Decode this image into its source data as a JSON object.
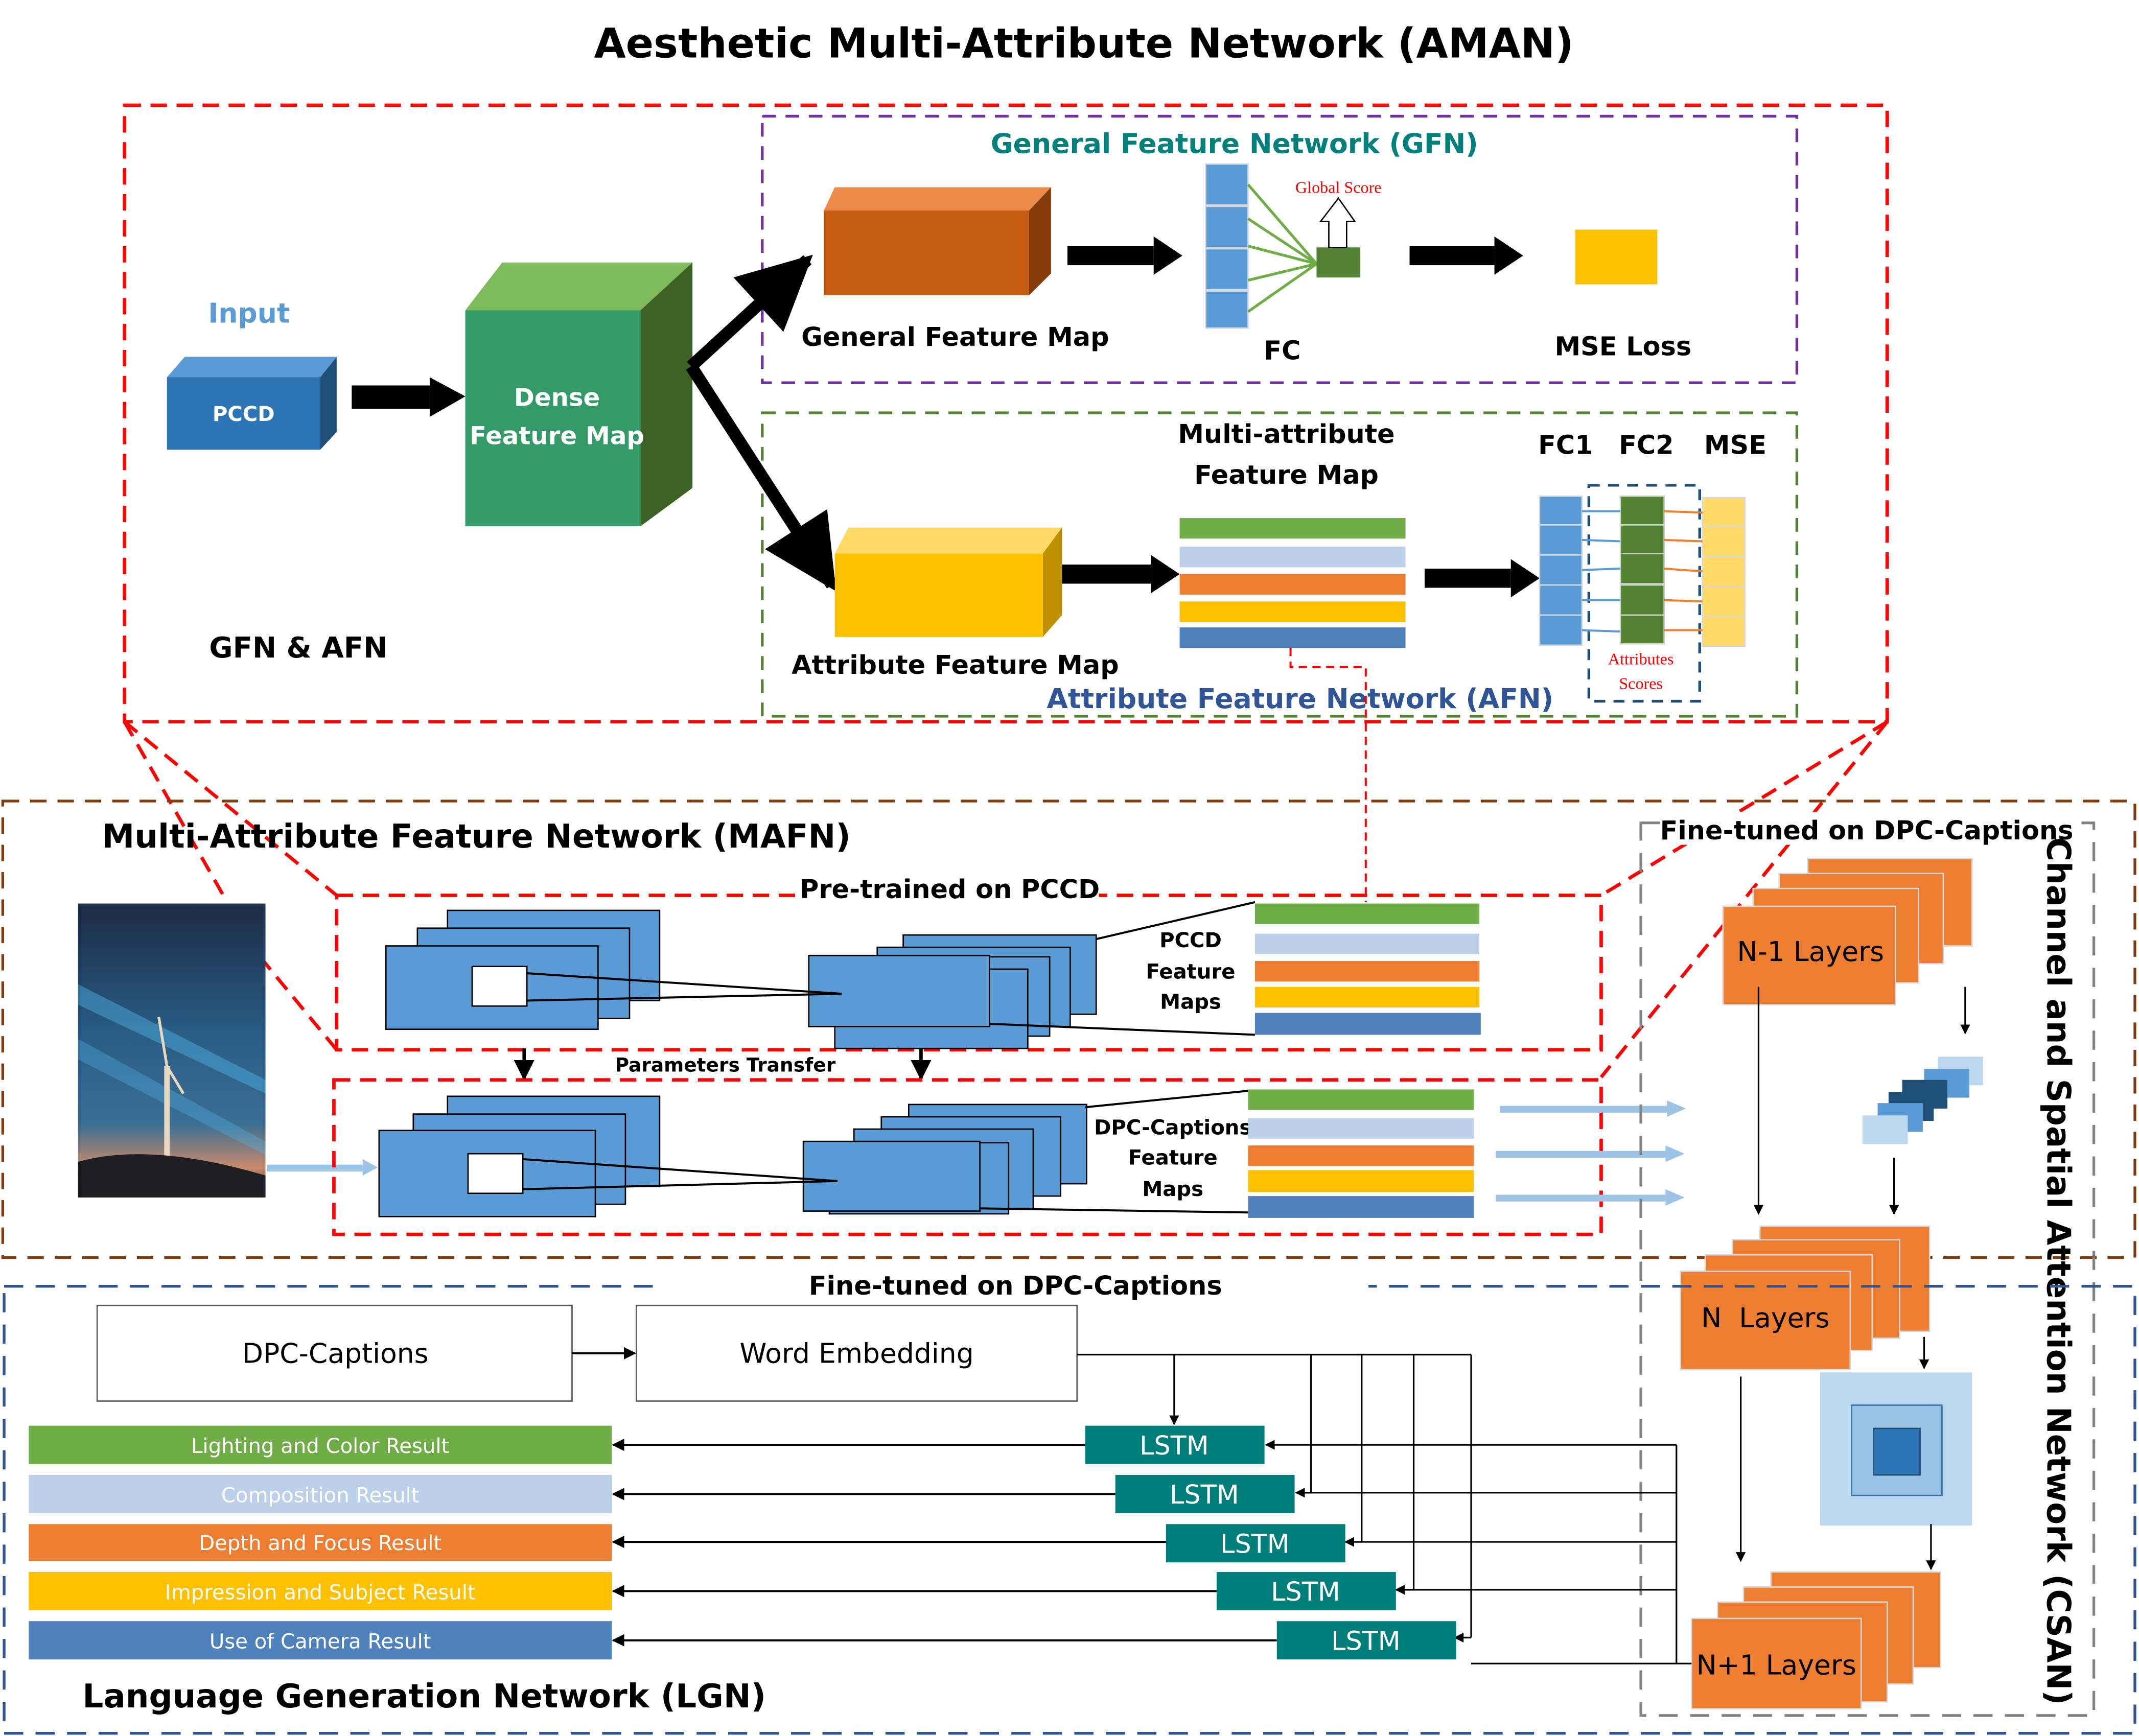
{
  "title": "Aesthetic Multi-Attribute Network (AMAN)",
  "colors": {
    "red_dash": "#ff0000",
    "purple_dash": "#7030a0",
    "green_dash": "#538135",
    "brown_dash": "#843c0c",
    "blue_dash": "#2f5597",
    "gray_dash": "#808080",
    "teal_text": "#00807a",
    "afn_text": "#2f5597",
    "input_text": "#5b9bd5",
    "pccd_blue": "#2e75b6",
    "dense_green": "#339966",
    "general_orange": "#c55a11",
    "attr_yellow": "#ffc000",
    "fc_blue": "#5b9bd5",
    "fc2_green": "#548235",
    "mse_yellow": "#ffd966",
    "bar_green": "#70ad47",
    "bar_lightblue": "#bdd0e9",
    "bar_orange": "#ed7d31",
    "bar_yellow": "#ffc000",
    "bar_blue": "#4f81bd",
    "lstm_teal": "#007f7a",
    "layer_orange": "#ed7d31",
    "annotation_red": "#ff0000"
  },
  "aman": {
    "section_label": "GFN & AFN",
    "input_label": "Input",
    "pccd_label": "PCCD",
    "dense_label_line1": "Dense",
    "dense_label_line2": "Feature Map",
    "gfn": {
      "title": "General Feature Network (GFN)",
      "general_map_label": "General Feature Map",
      "fc_label": "FC",
      "global_score_label": "Global Score",
      "mse_loss_label": "MSE Loss"
    },
    "afn": {
      "title": "Attribute Feature Network (AFN)",
      "attribute_map_label": "Attribute Feature Map",
      "multi_attr_line1": "Multi-attribute",
      "multi_attr_line2": "Feature Map",
      "fc1_label": "FC1",
      "fc2_label": "FC2",
      "mse_label": "MSE",
      "attr_scores_line1": "Attributes",
      "attr_scores_line2": "Scores"
    }
  },
  "mafn": {
    "title": "Multi-Attribute Feature Network (MAFN)",
    "pretrained_label": "Pre-trained on PCCD",
    "params_transfer_label": "Parameters Transfer",
    "pccd_maps_line1": "PCCD",
    "pccd_maps_line2": "Feature",
    "pccd_maps_line3": "Maps",
    "dpc_maps_line1": "DPC-Captions",
    "dpc_maps_line2": "Feature",
    "dpc_maps_line3": "Maps",
    "photo_alt": "Wind turbine under night sky photo"
  },
  "csan": {
    "finetuned_label": "Fine-tuned on DPC-Captions",
    "title": "Channel and Spatial Attention Network (CSAN)",
    "n_minus_1_label": "N-1 Layers",
    "n_label": "N  Layers",
    "n_plus_1_label": "N+1 Layers"
  },
  "lgn": {
    "finetuned_label": "Fine-tuned on DPC-Captions",
    "title": "Language Generation Network (LGN)",
    "dpc_captions_box": "DPC-Captions",
    "word_embedding_box": "Word Embedding",
    "lstm_label": "LSTM",
    "results": [
      {
        "label": "Lighting and Color Result"
      },
      {
        "label": "Composition Result"
      },
      {
        "label": "Depth and Focus Result"
      },
      {
        "label": "Impression and Subject Result"
      },
      {
        "label": "Use of Camera Result"
      }
    ]
  }
}
